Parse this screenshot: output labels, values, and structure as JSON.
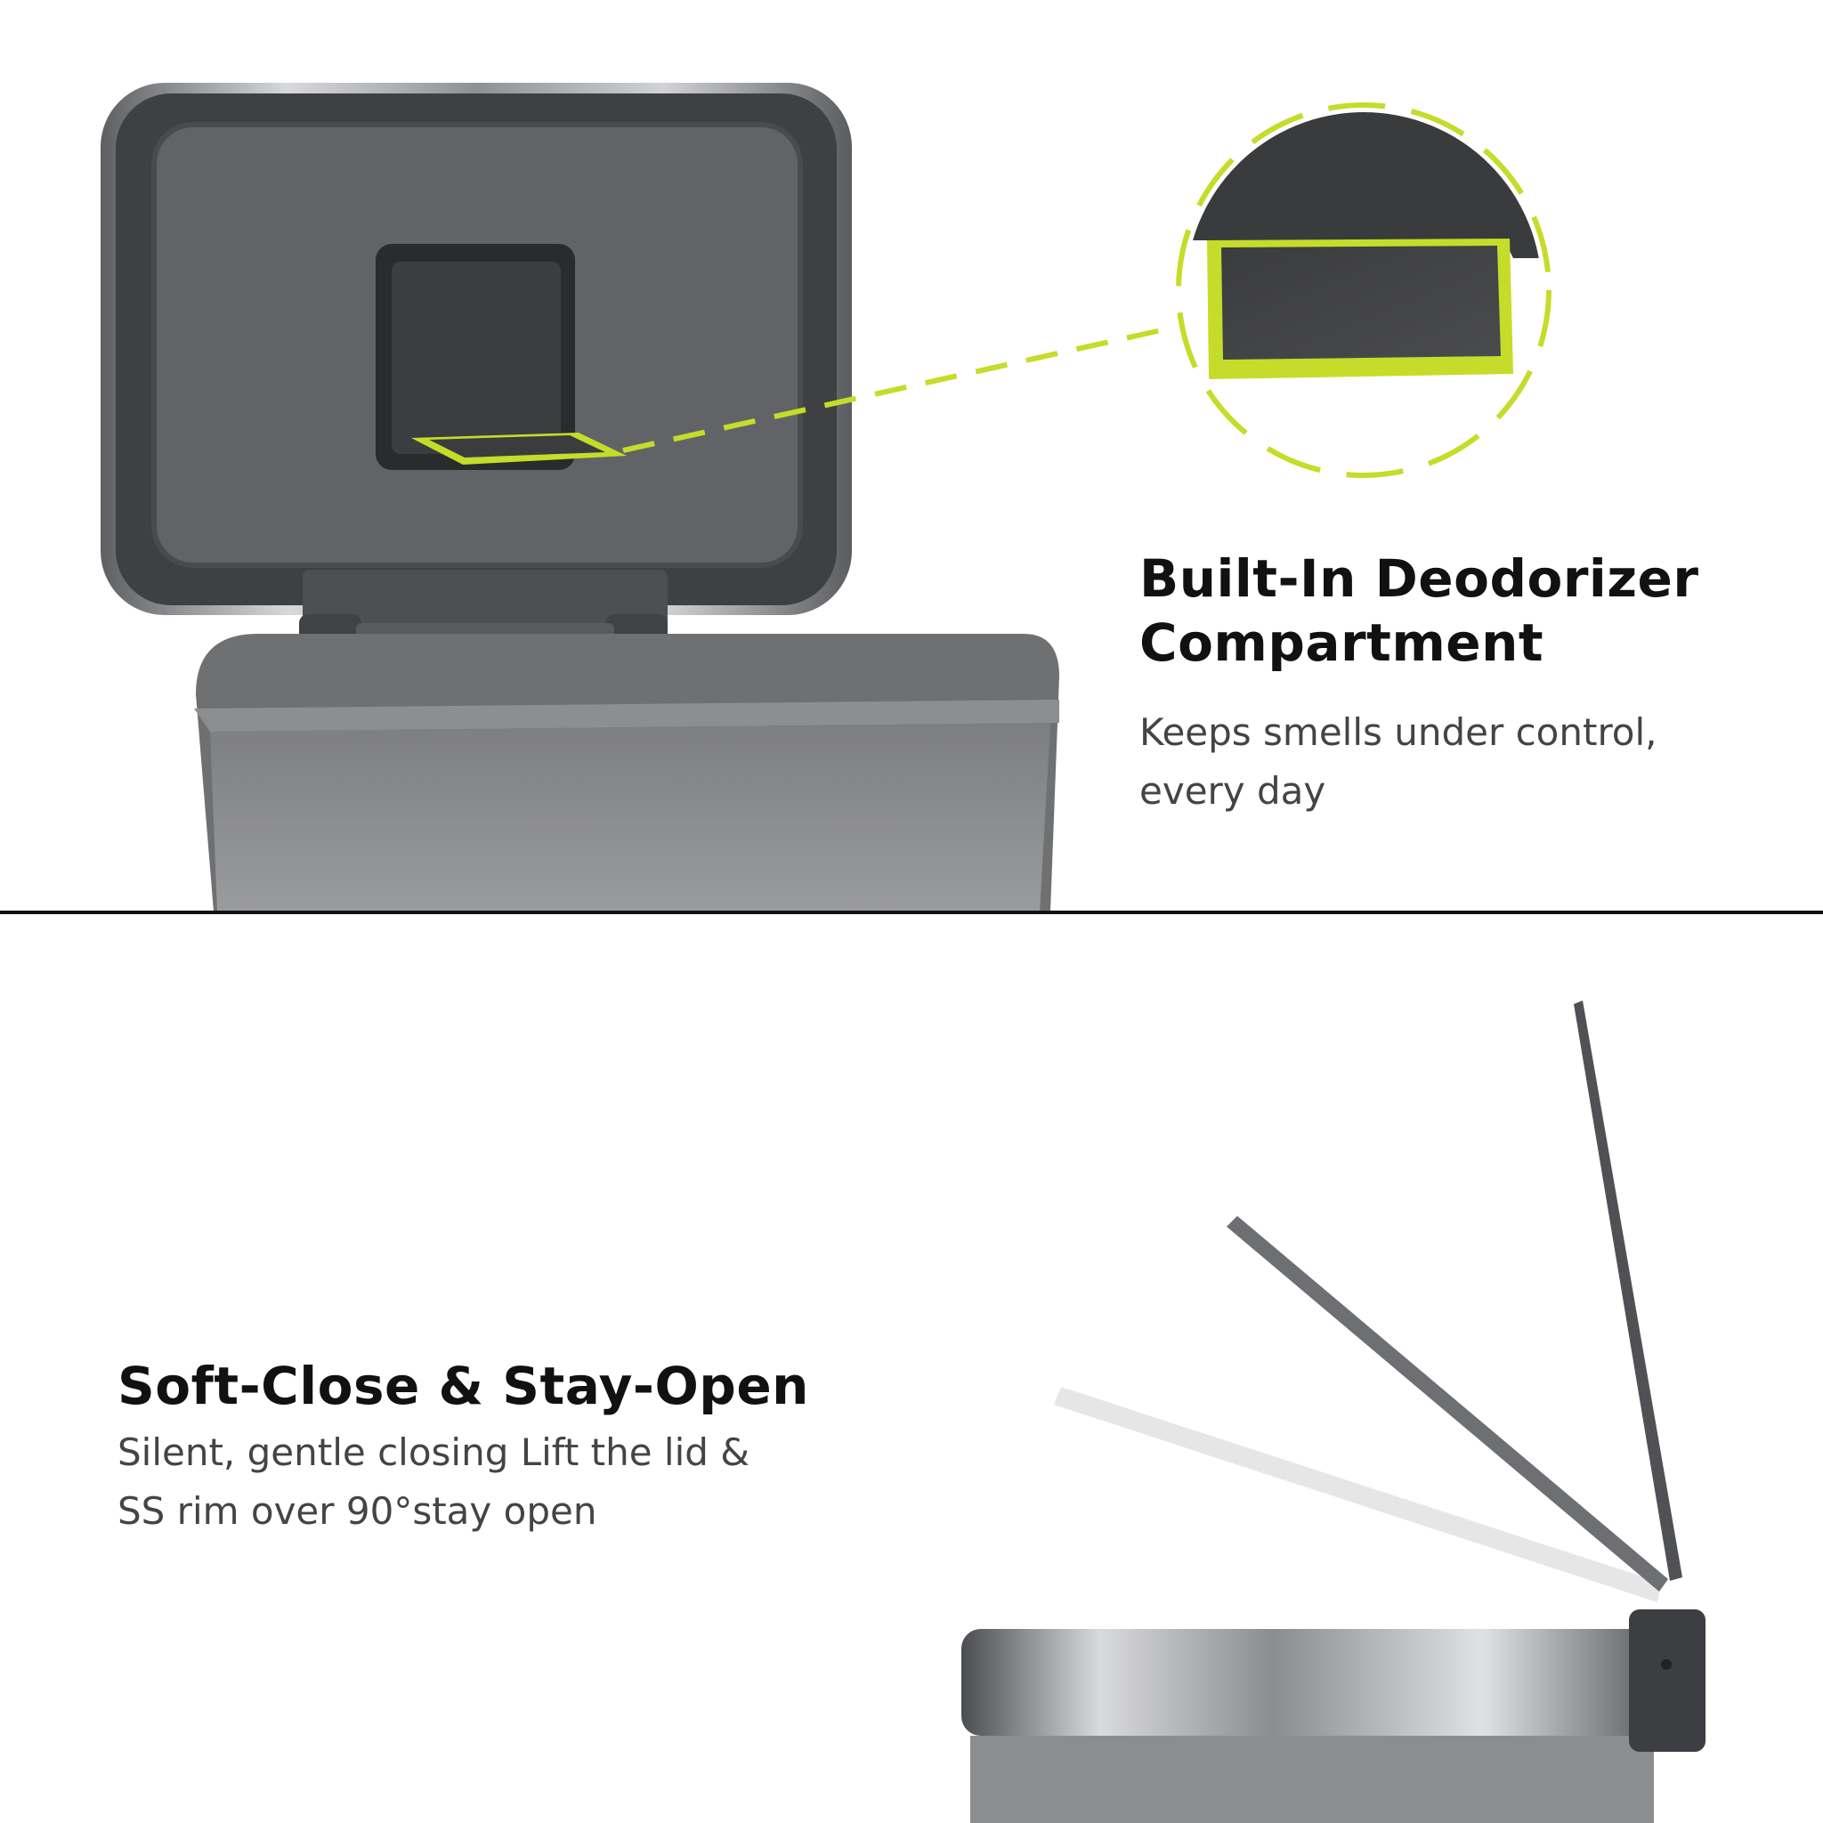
{
  "features": [
    {
      "title_line1": "Built-In Deodorizer",
      "title_line2": "Compartment",
      "desc_line1": "Keeps smells under control,",
      "desc_line2": "every day"
    },
    {
      "title": "Soft-Close & Stay-Open",
      "desc_line1": "Silent, gentle closing Lift the lid &",
      "desc_line2": "SS rim over 90°stay open"
    }
  ],
  "colors": {
    "accent_lime": "#c5dc2a",
    "bin_gray": "#8a8b8d",
    "lid_dark": "#3a3b3d",
    "steel": "#b9bbbe",
    "title": "#111111",
    "body": "#444444"
  },
  "icons": [
    "deodorizer-tray",
    "zoom-callout-circle",
    "lid-open-positions"
  ]
}
